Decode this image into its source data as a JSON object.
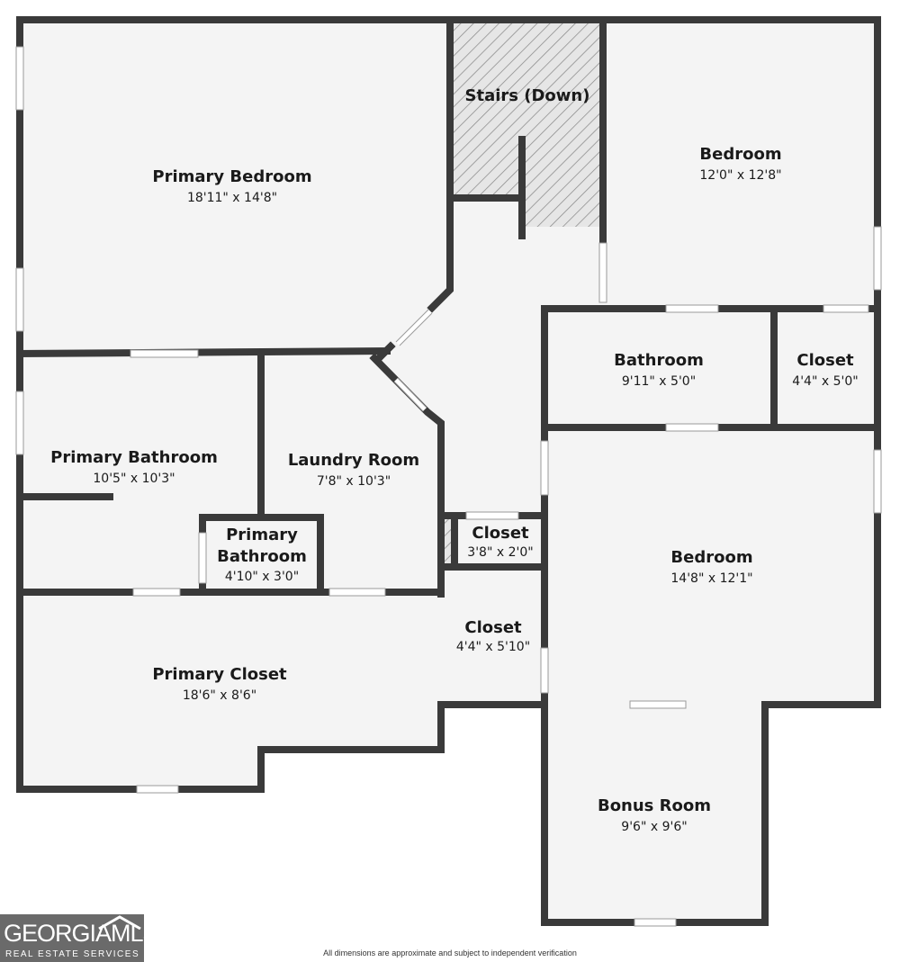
{
  "rooms": {
    "stairs": {
      "name": "Stairs (Down)"
    },
    "primary_bedroom": {
      "name": "Primary Bedroom",
      "dims": "18'11\" x 14'8\""
    },
    "bedroom_1": {
      "name": "Bedroom",
      "dims": "12'0\" x 12'8\""
    },
    "bathroom": {
      "name": "Bathroom",
      "dims": "9'11\" x 5'0\""
    },
    "closet_1": {
      "name": "Closet",
      "dims": "4'4\" x 5'0\""
    },
    "primary_bathroom_1": {
      "name": "Primary Bathroom",
      "dims": "10'5\" x 10'3\""
    },
    "laundry_room": {
      "name": "Laundry Room",
      "dims": "7'8\" x 10'3\""
    },
    "closet_2": {
      "name": "Closet",
      "dims": "3'8\" x 2'0\""
    },
    "primary_bathroom_2": {
      "name_line1": "Primary",
      "name_line2": "Bathroom",
      "dims": "4'10\" x 3'0\""
    },
    "bedroom_2": {
      "name": "Bedroom",
      "dims": "14'8\" x 12'1\""
    },
    "closet_3": {
      "name": "Closet",
      "dims": "4'4\" x 5'10\""
    },
    "primary_closet": {
      "name": "Primary Closet",
      "dims": "18'6\" x 8'6\""
    },
    "bonus_room": {
      "name": "Bonus Room",
      "dims": "9'6\" x 9'6\""
    }
  },
  "footer": {
    "disclaimer": "All dimensions are approximate and subject to independent verification",
    "logo_main": "GEORGIAMLS",
    "logo_sub": "REAL ESTATE SERVICES"
  },
  "colors": {
    "wall": "#3a3a3a",
    "floor": "#f4f4f4",
    "window": "#ffffff",
    "logo_bg": "#6a6a6a"
  }
}
